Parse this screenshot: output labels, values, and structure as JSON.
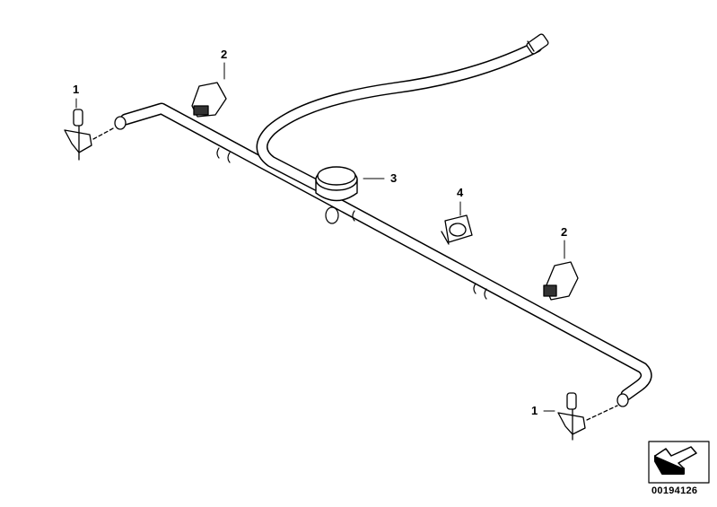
{
  "diagram": {
    "callouts": [
      {
        "number": "1",
        "part": "nozzle-left"
      },
      {
        "number": "2",
        "part": "clip-upper-left"
      },
      {
        "number": "3",
        "part": "check-valve"
      },
      {
        "number": "4",
        "part": "hose-clamp"
      },
      {
        "number": "2",
        "part": "clip-right"
      },
      {
        "number": "1",
        "part": "nozzle-right"
      }
    ],
    "document_number": "00194126",
    "line_color": "#000000",
    "background": "#ffffff"
  }
}
